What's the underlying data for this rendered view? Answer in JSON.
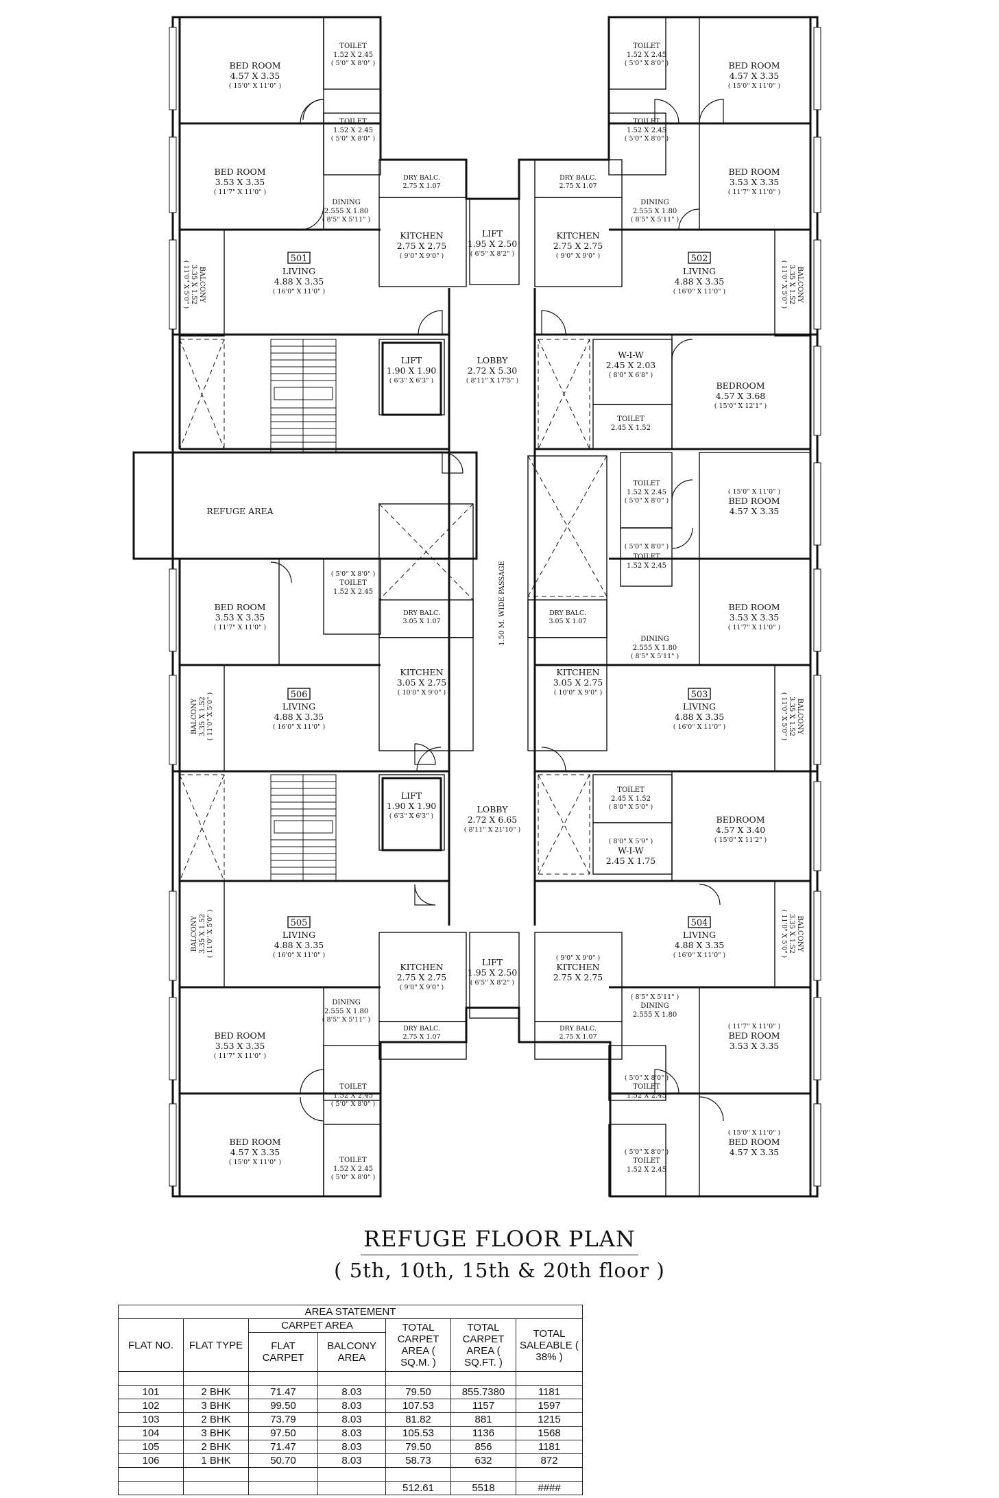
{
  "plan": {
    "title": "REFUGE FLOOR PLAN",
    "subtitle": "( 5th, 10th, 15th & 20th floor )",
    "flats": [
      "501",
      "502",
      "503",
      "504",
      "505",
      "506"
    ],
    "rooms": {
      "bed_501_a": {
        "name": "BED ROOM",
        "dim": "4.57 X 3.35",
        "imp": "( 15'0\" X 11'0\" )"
      },
      "toilet_501_a": {
        "name": "TOILET",
        "dim": "1.52 X 2.45",
        "imp": "( 5'0\" X 8'0\" )"
      },
      "bed_501_b": {
        "name": "BED ROOM",
        "dim": "3.53 X 3.35",
        "imp": "( 11'7\" X 11'0\" )"
      },
      "toilet_501_b": {
        "name": "TOILET",
        "dim": "1.52 X 2.45",
        "imp": "( 5'0\" X 8'0\" )"
      },
      "dry_501": {
        "name": "DRY BALC.",
        "dim": "2.75 X 1.07"
      },
      "dining_501": {
        "name": "DINING",
        "dim": "2.555 X 1.80",
        "imp": "( 8'5\" X 5'11\" )"
      },
      "kitchen_501": {
        "name": "KITCHEN",
        "dim": "2.75 X 2.75",
        "imp": "( 9'0\" X 9'0\" )"
      },
      "living_501": {
        "name": "LIVING",
        "dim": "4.88 X 3.35",
        "imp": "( 16'0\" X 11'0\" )"
      },
      "balcony_501": {
        "name": "BALCONY",
        "dim": "3.35 X 1.52",
        "imp": "( 11'0\" X 5'0\" )"
      },
      "lift_top": {
        "name": "LIFT",
        "dim": "1.95 X 2.50",
        "imp": "( 6'5\" X 8'2\" )"
      },
      "bed_502_a": {
        "name": "BED ROOM",
        "dim": "4.57 X 3.35",
        "imp": "( 15'0\" X 11'0\" )"
      },
      "toilet_502_a": {
        "name": "TOILET",
        "dim": "1.52 X 2.45",
        "imp": "( 5'0\" X 8'0\" )"
      },
      "bed_502_b": {
        "name": "BED ROOM",
        "dim": "3.53 X 3.35",
        "imp": "( 11'7\" X 11'0\" )"
      },
      "toilet_502_b": {
        "name": "TOILET",
        "dim": "1.52 X 2.45",
        "imp": "( 5'0\" X 8'0\" )"
      },
      "dry_502": {
        "name": "DRY BALC.",
        "dim": "2.75 X 1.07"
      },
      "dining_502": {
        "name": "DINING",
        "dim": "2.555 X 1.80",
        "imp": "( 8'5\" X 5'11\" )"
      },
      "kitchen_502": {
        "name": "KITCHEN",
        "dim": "2.75 X 2.75",
        "imp": "( 9'0\" X 9'0\" )"
      },
      "living_502": {
        "name": "LIVING",
        "dim": "4.88 X 3.35",
        "imp": "( 16'0\" X 11'0\" )"
      },
      "balcony_502": {
        "name": "BALCONY",
        "dim": "3.35 X 1.52",
        "imp": "( 11'0\" X 5'0\" )"
      },
      "lift_a": {
        "name": "LIFT",
        "dim": "1.90 X 1.90",
        "imp": "( 6'3\" X 6'3\" )"
      },
      "lobby_a": {
        "name": "LOBBY",
        "dim": "2.72 X 5.30",
        "imp": "( 8'11\" X 17'5\" )"
      },
      "wiw_a": {
        "name": "W-I-W",
        "dim": "2.45 X 2.03",
        "imp": "( 8'0\" X 6'8\" )"
      },
      "toilet_wiw_a": {
        "name": "TOILET",
        "dim": "2.45 X 1.52"
      },
      "bedroom_a": {
        "name": "BEDROOM",
        "dim": "4.57 X 3.68",
        "imp": "( 15'0\" X 12'1\" )"
      },
      "refuge": {
        "name": "REFUGE AREA"
      },
      "passage": {
        "name": "1.50 M. WIDE PASSAGE"
      },
      "toilet_503_a": {
        "name": "TOILET",
        "dim": "1.52 X 2.45",
        "imp": "( 5'0\" X 8'0\" )"
      },
      "bed_503_a": {
        "name": "BED ROOM",
        "dim": "4.57 X 3.35",
        "imp": "( 15'0\" X 11'0\" )"
      },
      "toilet_503_b": {
        "name": "TOILET",
        "dim": "1.52 X 2.45",
        "imp": "( 5'0\" X 8'0\" )"
      },
      "bed_503_b": {
        "name": "BED ROOM",
        "dim": "3.53 X 3.35",
        "imp": "( 11'7\" X 11'0\" )"
      },
      "dry_503": {
        "name": "DRY BALC.",
        "dim": "3.05 X 1.07"
      },
      "dining_503": {
        "name": "DINING",
        "dim": "2.555 X 1.80",
        "imp": "( 8'5\" X 5'11\" )"
      },
      "kitchen_503": {
        "name": "KITCHEN",
        "dim": "3.05 X 2.75",
        "imp": "( 10'0\" X 9'0\" )"
      },
      "living_503": {
        "name": "LIVING",
        "dim": "4.88 X 3.35",
        "imp": "( 16'0\" X 11'0\" )"
      },
      "balcony_503": {
        "name": "BALCONY",
        "dim": "3.35 X 1.52",
        "imp": "( 11'0\" X 5'0\" )"
      },
      "bed_506": {
        "name": "BED ROOM",
        "dim": "3.53 X 3.35",
        "imp": "( 11'7\" X 11'0\" )"
      },
      "toilet_506": {
        "name": "TOILET",
        "dim": "1.52 X 2.45",
        "imp": "( 5'0\" X 8'0\" )"
      },
      "dry_506": {
        "name": "DRY BALC.",
        "dim": "3.05 X 1.07"
      },
      "kitchen_506": {
        "name": "KITCHEN",
        "dim": "3.05 X 2.75",
        "imp": "( 10'0\" X 9'0\" )"
      },
      "living_506": {
        "name": "LIVING",
        "dim": "4.88 X 3.35",
        "imp": "( 16'0\" X 11'0\" )"
      },
      "balcony_506": {
        "name": "BALCONY",
        "dim": "3.35 X 1.52",
        "imp": "( 11'0\" X 5'0\" )"
      },
      "lift_b": {
        "name": "LIFT",
        "dim": "1.90 X 1.90",
        "imp": "( 6'3\" X 6'3\" )"
      },
      "lobby_b": {
        "name": "LOBBY",
        "dim": "2.72 X 6.65",
        "imp": "( 8'11\" X 21'10\" )"
      },
      "toilet_wiw_b": {
        "name": "TOILET",
        "dim": "2.45 X 1.52",
        "imp": "( 8'0\" X 5'0\" )"
      },
      "wiw_b": {
        "name": "W-I-W",
        "dim": "2.45 X 1.75",
        "imp": "( 8'0\" X 5'9\" )"
      },
      "bedroom_b": {
        "name": "BEDROOM",
        "dim": "4.57 X 3.40",
        "imp": "( 15'0\" X 11'2\" )"
      },
      "living_505": {
        "name": "LIVING",
        "dim": "4.88 X 3.35",
        "imp": "( 16'0\" X 11'0\" )"
      },
      "balcony_505": {
        "name": "BALCONY",
        "dim": "3.35 X 1.52",
        "imp": "( 11'0\" X 5'0\" )"
      },
      "kitchen_505": {
        "name": "KITCHEN",
        "dim": "2.75 X 2.75",
        "imp": "( 9'0\" X 9'0\" )"
      },
      "lift_bottom": {
        "name": "LIFT",
        "dim": "1.95 X 2.50",
        "imp": "( 6'5\" X 8'2\" )"
      },
      "dining_505": {
        "name": "DINING",
        "dim": "2.555 X 1.80",
        "imp": "( 8'5\" X 5'11\" )"
      },
      "dry_505": {
        "name": "DRY BALC.",
        "dim": "2.75 X 1.07"
      },
      "bed_505_b": {
        "name": "BED ROOM",
        "dim": "3.53 X 3.35",
        "imp": "( 11'7\" X 11'0\" )"
      },
      "toilet_505_b": {
        "name": "TOILET",
        "dim": "1.52 X 2.45",
        "imp": "( 5'0\" X 8'0\" )"
      },
      "bed_505_a": {
        "name": "BED ROOM",
        "dim": "4.57 X 3.35",
        "imp": "( 15'0\" X 11'0\" )"
      },
      "toilet_505_a": {
        "name": "TOILET",
        "dim": "1.52 X 2.45",
        "imp": "( 5'0\" X 8'0\" )"
      },
      "living_504": {
        "name": "LIVING",
        "dim": "4.88 X 3.35",
        "imp": "( 16'0\" X 11'0\" )"
      },
      "balcony_504": {
        "name": "BALCONY",
        "dim": "3.35 X 1.52",
        "imp": "( 11'0\" X 5'0\" )"
      },
      "kitchen_504": {
        "name": "KITCHEN",
        "dim": "2.75 X 2.75",
        "imp": "( 9'0\" X 9'0\" )"
      },
      "dining_504": {
        "name": "DINING",
        "dim": "2.555 X 1.80",
        "imp": "( 8'5\" X 5'11\" )"
      },
      "dry_504": {
        "name": "DRY BALC.",
        "dim": "2.75 X 1.07"
      },
      "bed_504_b": {
        "name": "BED ROOM",
        "dim": "3.53 X 3.35",
        "imp": "( 11'7\" X 11'0\" )"
      },
      "toilet_504_b": {
        "name": "TOILET",
        "dim": "1.52 X 2.45",
        "imp": "( 5'0\" X 8'0\" )"
      },
      "bed_504_a": {
        "name": "BED ROOM",
        "dim": "4.57 X 3.35",
        "imp": "( 15'0\" X 11'0\" )"
      },
      "toilet_504_a": {
        "name": "TOILET",
        "dim": "1.52 X 2.45",
        "imp": "( 5'0\" X 8'0\" )"
      }
    }
  },
  "area_statement": {
    "title": "AREA STATEMENT",
    "headers": {
      "flat_no": "FLAT NO.",
      "flat_type": "FLAT TYPE",
      "carpet_area": "CARPET AREA",
      "flat_carpet": "FLAT CARPET",
      "balcony_area": "BALCONY AREA",
      "total_sqm": "TOTAL CARPET AREA ( SQ.M. )",
      "total_sqft": "TOTAL CARPET AREA ( SQ.FT. )",
      "saleable": "TOTAL SALEABLE ( 38% )"
    },
    "rows": [
      [
        "101",
        "2 BHK",
        "71.47",
        "8.03",
        "79.50",
        "855.7380",
        "1181"
      ],
      [
        "102",
        "3 BHK",
        "99.50",
        "8.03",
        "107.53",
        "1157",
        "1597"
      ],
      [
        "103",
        "2 BHK",
        "73.79",
        "8.03",
        "81.82",
        "881",
        "1215"
      ],
      [
        "104",
        "3 BHK",
        "97.50",
        "8.03",
        "105.53",
        "1136",
        "1568"
      ],
      [
        "105",
        "2 BHK",
        "71.47",
        "8.03",
        "79.50",
        "856",
        "1181"
      ],
      [
        "106",
        "1 BHK",
        "50.70",
        "8.03",
        "58.73",
        "632",
        "872"
      ]
    ],
    "totals": [
      "",
      "",
      "",
      "",
      "512.61",
      "5518",
      "####"
    ]
  }
}
